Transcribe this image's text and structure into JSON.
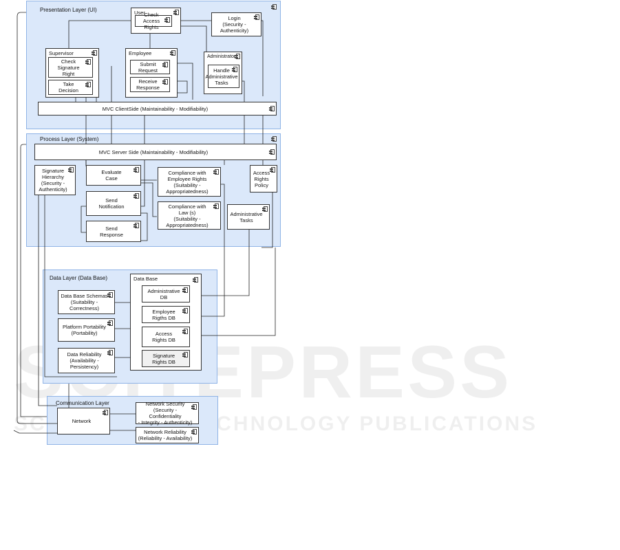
{
  "layers": {
    "presentation": "Presentation Layer (UI)",
    "process": "Process Layer (System)",
    "data": "Data Layer (Data Base)",
    "communication": "Communication Layer"
  },
  "boxes": {
    "user": "User",
    "check_access_rights": "Check Access\nRights",
    "login": "Login\n(Security -\nAuthenticity)",
    "supervisor": "Supervisor",
    "check_signature_right": "Check\nSignature\nRight",
    "take_decision": "Take\nDecision",
    "employee": "Employee",
    "submit_request": "Submit\nRequest",
    "receive_response": "Receive\nResponse",
    "administrator": "Administrator",
    "handle_admin_tasks": "Handle\nAdministrative\nTasks",
    "mvc_client": "MVC ClientSide (Maintainability - Modifiability)",
    "mvc_server": "MVC Server Side (Maintainability - Modifiability)",
    "signature_hierarchy": "Signature\nHierarchy\n(Security -\nAuthenticity)",
    "evaluate_case": "Evaluate\nCase",
    "send_notification": "Send\nNotification",
    "send_response": "Send\nResponse",
    "compliance_employee": "Compliance with\nEmployee Rights\n(Suitability -\nAppropriatedness)",
    "compliance_law": "Compliance with\nLaw (s)\n(Suitability -\nAppropriatedness)",
    "access_rights_policy": "Access\nRights\nPolicy",
    "administrative_tasks": "Administrative\nTasks",
    "data_base": "Data Base",
    "db_schemas": "Data Base Schemas\n(Suitability - Correctness)",
    "platform_portability": "Platform Portability\n(Portability)",
    "data_reliability": "Data Reliability\n(Availability -\nPersistency)",
    "administrative_db": "Administrative\nDB",
    "employee_rights_db": "Employee\nRigths DB",
    "access_rights_db": "Access\nRights DB",
    "signature_rights_db": "Signature\nRights DB",
    "network": "Network",
    "network_security": "Network Security\n(Security - Confidentiality\n- Integrity - Authenticity)",
    "network_reliability": "Network Reliability\n(Reliability - Availability)"
  },
  "watermark": {
    "main": "SCITEPRESS",
    "sub": "SCIENCE AND TECHNOLOGY PUBLICATIONS"
  }
}
